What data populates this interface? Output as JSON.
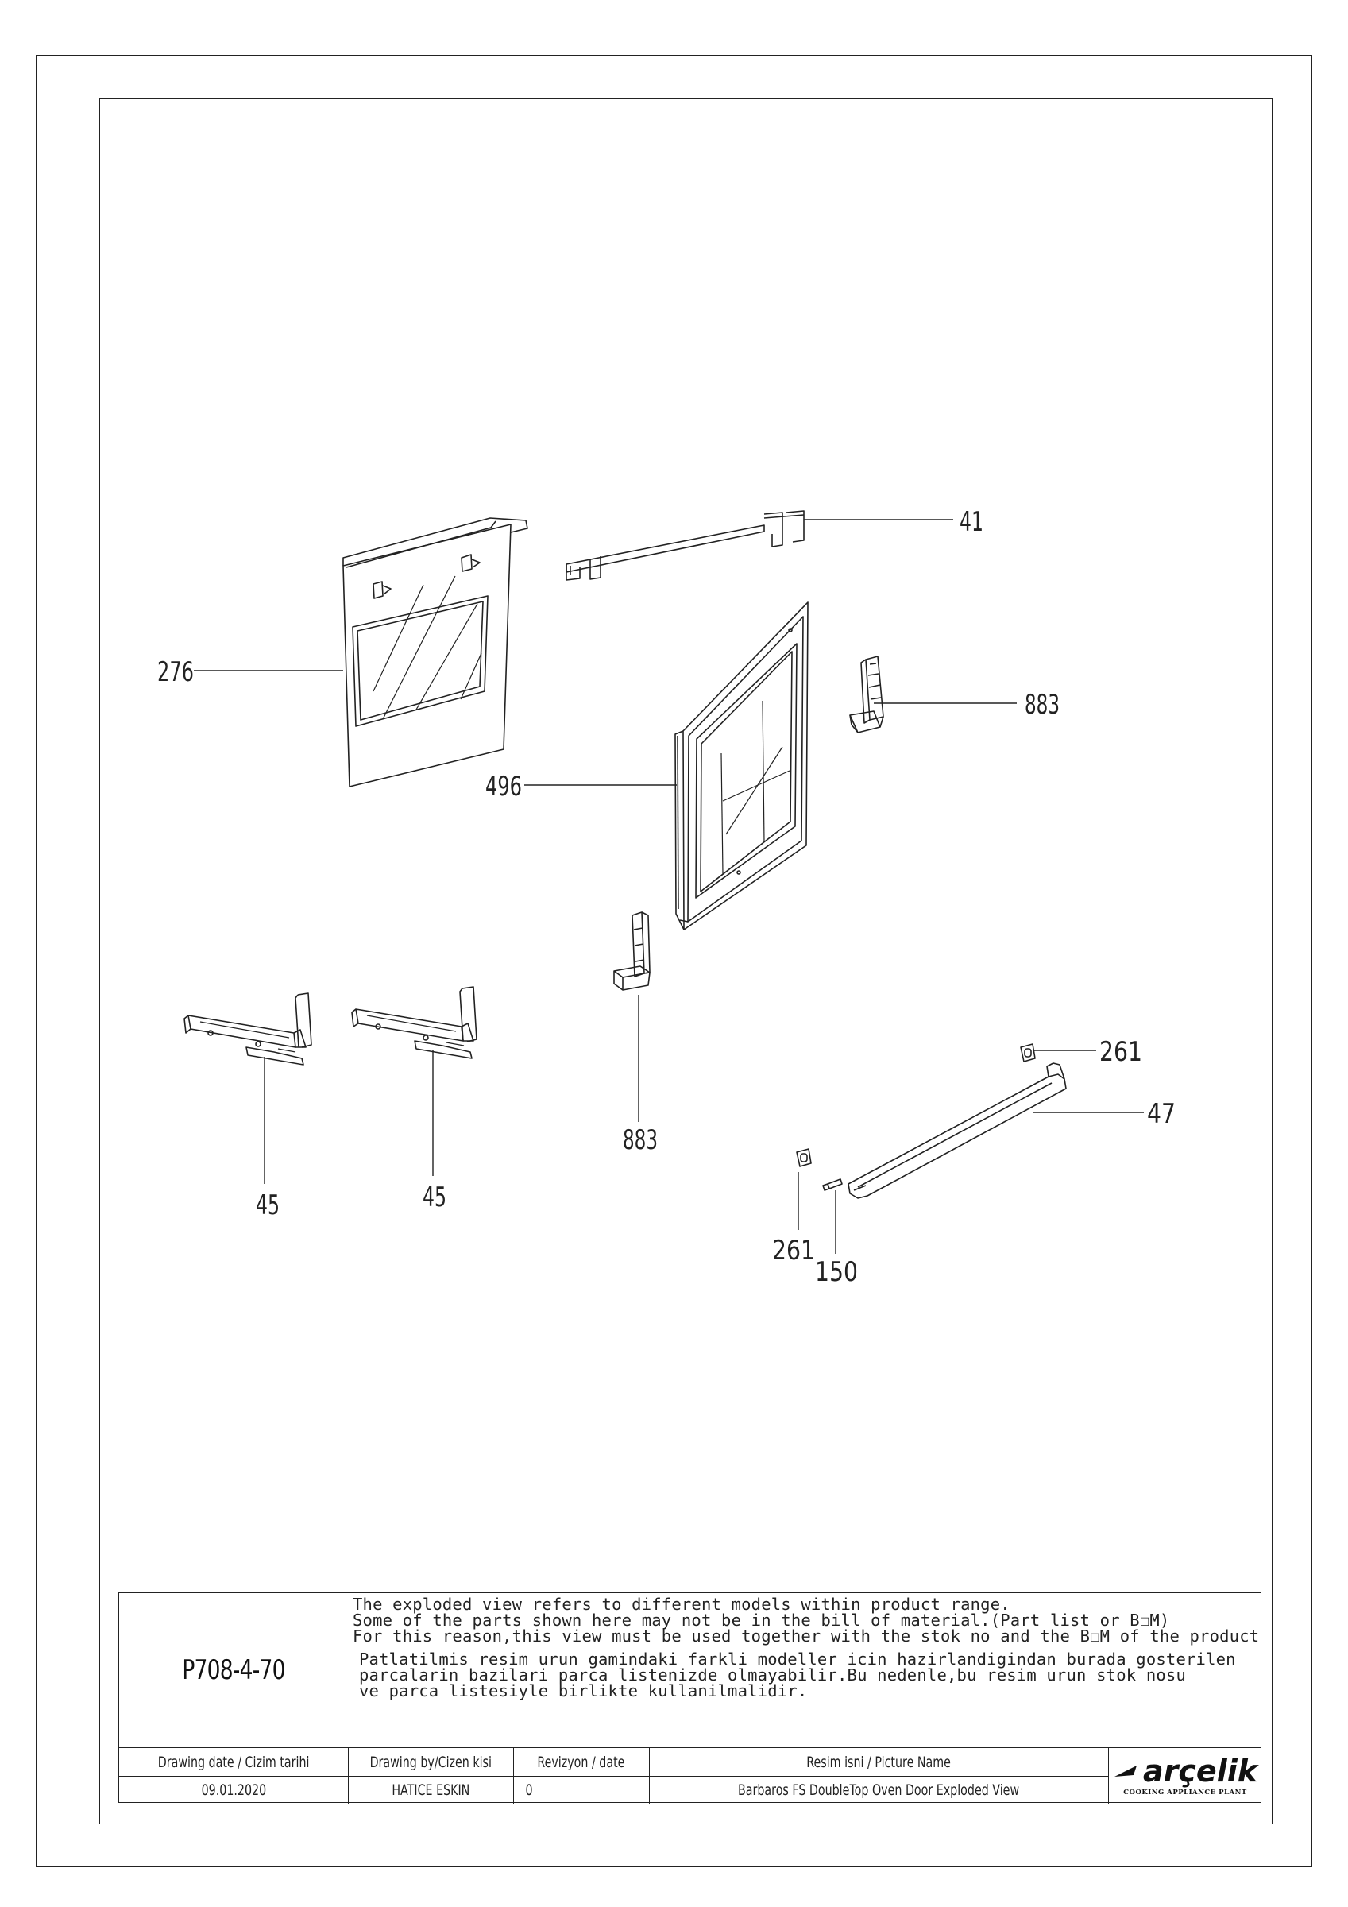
{
  "callouts": {
    "c276": "276",
    "c41": "41",
    "c883_top": "883",
    "c496": "496",
    "c883_bottom": "883",
    "c45_left": "45",
    "c45_right": "45",
    "c261_top": "261",
    "c47": "47",
    "c261_bottom": "261",
    "c150": "150"
  },
  "title_block": {
    "drawing_code": "P708-4-70",
    "notes_en": [
      "The exploded view refers to different models within product range.",
      "Some of the parts shown here may not be in the bill of material.(Part list or B☐M)",
      "For this reason,this view must be used together with the stok no and the B☐M of the product"
    ],
    "notes_tr": [
      "Patlatilmis resim urun gamindaki farkli modeller icin hazirlandigindan burada gosterilen",
      "parcalarin bazilari parca listenizde olmayabilir.Bu nedenle,bu resim urun stok nosu",
      "ve parca listesiyle birlikte kullanilmalidir."
    ],
    "headers": {
      "date": "Drawing date / Cizim tarihi",
      "by": "Drawing by/Cizen kisi",
      "revision": "Revizyon / date",
      "picture_name": "Resim isni / Picture Name"
    },
    "values": {
      "date": "09.01.2020",
      "by": "HATICE ESKIN",
      "revision": "0",
      "picture_name": "Barbaros FS DoubleTop Oven Door Exploded View"
    },
    "logo": {
      "brand": "arçelik",
      "subtitle": "COOKING APPLIANCE PLANT"
    }
  }
}
